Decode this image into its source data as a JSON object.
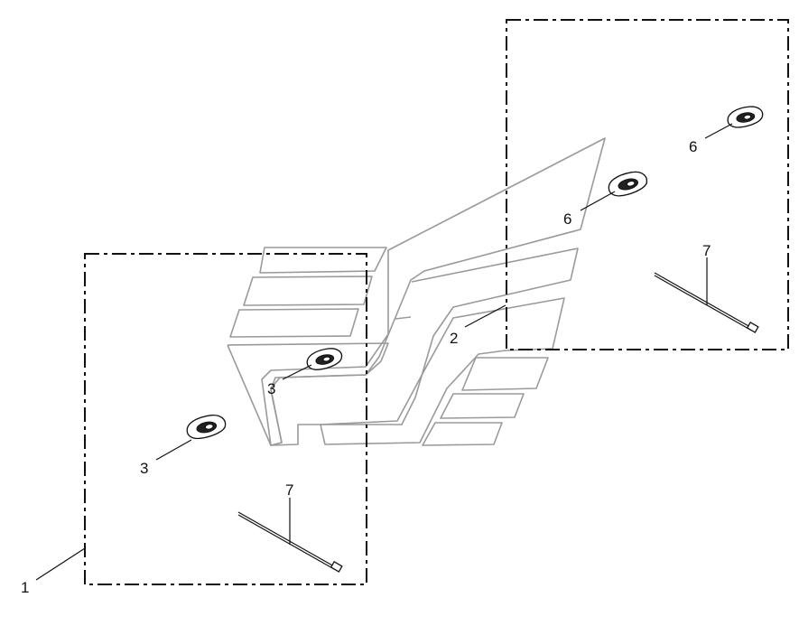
{
  "callouts": {
    "kit_left": "1",
    "decal": "2",
    "clip_left_a": "3",
    "clip_left_b": "3",
    "clip_right_a": "6",
    "clip_right_b": "6",
    "tie_left": "7",
    "tie_right": "7"
  },
  "colors": {
    "line": "#111111",
    "decal_outline": "#9a9a9a",
    "background": "#ffffff"
  }
}
